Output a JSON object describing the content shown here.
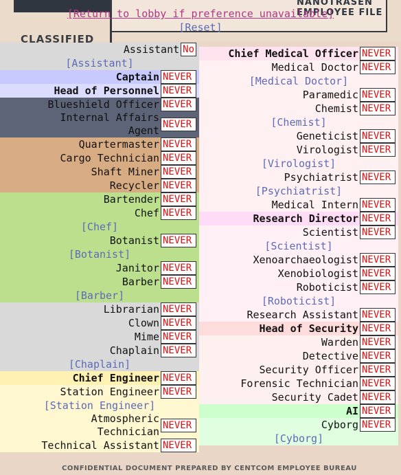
{
  "background": {
    "header_text": "NANOTRASEN EMPLOYEE FILE",
    "classified": "CLASSIFIED",
    "footer": "CONFIDENTIAL DOCUMENT PREPARED BY CENTCOM EMPLOYEE BUREAU"
  },
  "actions": {
    "return_lobby": "[Return to lobby if preference unavailable]",
    "reset": "[Reset]"
  },
  "left": [
    {
      "id": "assistant",
      "label": "Assistant",
      "value": "No",
      "group": "g-assist"
    },
    {
      "id": "assistant-link",
      "sub": "[Assistant]",
      "group": "g-assist"
    },
    {
      "id": "captain",
      "label": "Captain",
      "value": "NEVER",
      "group": "g-capt",
      "head": true
    },
    {
      "id": "hop",
      "label": "Head of Personnel",
      "value": "NEVER",
      "group": "g-hop",
      "head": true
    },
    {
      "id": "blueshield",
      "label": "Blueshield Officer",
      "value": "NEVER",
      "group": "g-blue"
    },
    {
      "id": "iaa",
      "label": "Internal Affairs",
      "label2": "Agent",
      "value": "NEVER",
      "group": "g-blue",
      "tall": true
    },
    {
      "id": "qm",
      "label": "Quartermaster",
      "value": "NEVER",
      "group": "g-cargo"
    },
    {
      "id": "cargo",
      "label": "Cargo Technician",
      "value": "NEVER",
      "group": "g-cargo"
    },
    {
      "id": "miner",
      "label": "Shaft Miner",
      "value": "NEVER",
      "group": "g-cargo"
    },
    {
      "id": "recycler",
      "label": "Recycler",
      "value": "NEVER",
      "group": "g-cargo"
    },
    {
      "id": "bartender",
      "label": "Bartender",
      "value": "NEVER",
      "group": "g-serv"
    },
    {
      "id": "chef",
      "label": "Chef",
      "value": "NEVER",
      "group": "g-serv"
    },
    {
      "id": "chef-link",
      "sub": "[Chef]",
      "group": "g-serv"
    },
    {
      "id": "botanist",
      "label": "Botanist",
      "value": "NEVER",
      "group": "g-serv"
    },
    {
      "id": "botanist-link",
      "sub": "[Botanist]",
      "group": "g-serv"
    },
    {
      "id": "janitor",
      "label": "Janitor",
      "value": "NEVER",
      "group": "g-serv"
    },
    {
      "id": "barber",
      "label": "Barber",
      "value": "NEVER",
      "group": "g-serv"
    },
    {
      "id": "barber-link",
      "sub": "[Barber]",
      "group": "g-serv"
    },
    {
      "id": "librarian",
      "label": "Librarian",
      "value": "NEVER",
      "group": "g-civ"
    },
    {
      "id": "clown",
      "label": "Clown",
      "value": "NEVER",
      "group": "g-civ"
    },
    {
      "id": "mime",
      "label": "Mime",
      "value": "NEVER",
      "group": "g-civ"
    },
    {
      "id": "chaplain",
      "label": "Chaplain",
      "value": "NEVER",
      "group": "g-civ"
    },
    {
      "id": "chaplain-link",
      "sub": "[Chaplain]",
      "group": "g-civ"
    },
    {
      "id": "ce",
      "label": "Chief Engineer",
      "value": "NEVER",
      "group": "g-eng-head",
      "head": true
    },
    {
      "id": "engineer",
      "label": "Station Engineer",
      "value": "NEVER",
      "group": "g-eng"
    },
    {
      "id": "engineer-link",
      "sub": "[Station Engineer]",
      "group": "g-eng"
    },
    {
      "id": "atmos",
      "label": "Atmospheric",
      "label2": "Technician",
      "value": "NEVER",
      "group": "g-eng",
      "tall": true
    },
    {
      "id": "techassist",
      "label": "Technical Assistant",
      "value": "NEVER",
      "group": "g-eng"
    }
  ],
  "right": [
    {
      "id": "cmo",
      "label": "Chief Medical Officer",
      "value": "NEVER",
      "group": "g-cmo",
      "head": true
    },
    {
      "id": "doctor",
      "label": "Medical Doctor",
      "value": "NEVER",
      "group": "g-med"
    },
    {
      "id": "doctor-link",
      "sub": "[Medical Doctor]",
      "group": "g-med"
    },
    {
      "id": "paramedic",
      "label": "Paramedic",
      "value": "NEVER",
      "group": "g-med"
    },
    {
      "id": "chemist",
      "label": "Chemist",
      "value": "NEVER",
      "group": "g-med"
    },
    {
      "id": "chemist-link",
      "sub": "[Chemist]",
      "group": "g-med"
    },
    {
      "id": "geneticist",
      "label": "Geneticist",
      "value": "NEVER",
      "group": "g-med"
    },
    {
      "id": "virologist",
      "label": "Virologist",
      "value": "NEVER",
      "group": "g-med"
    },
    {
      "id": "virologist-link",
      "sub": "[Virologist]",
      "group": "g-med"
    },
    {
      "id": "psychiatrist",
      "label": "Psychiatrist",
      "value": "NEVER",
      "group": "g-med"
    },
    {
      "id": "psychiatrist-link",
      "sub": "[Psychiatrist]",
      "group": "g-med"
    },
    {
      "id": "intern",
      "label": "Medical Intern",
      "value": "NEVER",
      "group": "g-med"
    },
    {
      "id": "rd",
      "label": "Research Director",
      "value": "NEVER",
      "group": "g-rd",
      "head": true
    },
    {
      "id": "scientist",
      "label": "Scientist",
      "value": "NEVER",
      "group": "g-sci"
    },
    {
      "id": "scientist-link",
      "sub": "[Scientist]",
      "group": "g-sci"
    },
    {
      "id": "xenoarch",
      "label": "Xenoarchaeologist",
      "value": "NEVER",
      "group": "g-sci"
    },
    {
      "id": "xenobio",
      "label": "Xenobiologist",
      "value": "NEVER",
      "group": "g-sci"
    },
    {
      "id": "roboticist",
      "label": "Roboticist",
      "value": "NEVER",
      "group": "g-sci"
    },
    {
      "id": "roboticist-link",
      "sub": "[Roboticist]",
      "group": "g-sci"
    },
    {
      "id": "research-assist",
      "label": "Research Assistant",
      "value": "NEVER",
      "group": "g-sci"
    },
    {
      "id": "hos",
      "label": "Head of Security",
      "value": "NEVER",
      "group": "g-hos",
      "head": true
    },
    {
      "id": "warden",
      "label": "Warden",
      "value": "NEVER",
      "group": "g-sec"
    },
    {
      "id": "detective",
      "label": "Detective",
      "value": "NEVER",
      "group": "g-sec"
    },
    {
      "id": "officer",
      "label": "Security Officer",
      "value": "NEVER",
      "group": "g-sec"
    },
    {
      "id": "forensic",
      "label": "Forensic Technician",
      "value": "NEVER",
      "group": "g-sec"
    },
    {
      "id": "cadet",
      "label": "Security Cadet",
      "value": "NEVER",
      "group": "g-sec"
    },
    {
      "id": "ai",
      "label": "AI",
      "value": "NEVER",
      "group": "g-ai",
      "head": true
    },
    {
      "id": "cyborg",
      "label": "Cyborg",
      "value": "NEVER",
      "group": "g-cyb"
    },
    {
      "id": "cyborg-link",
      "sub": "[Cyborg]",
      "group": "g-cyb"
    }
  ]
}
